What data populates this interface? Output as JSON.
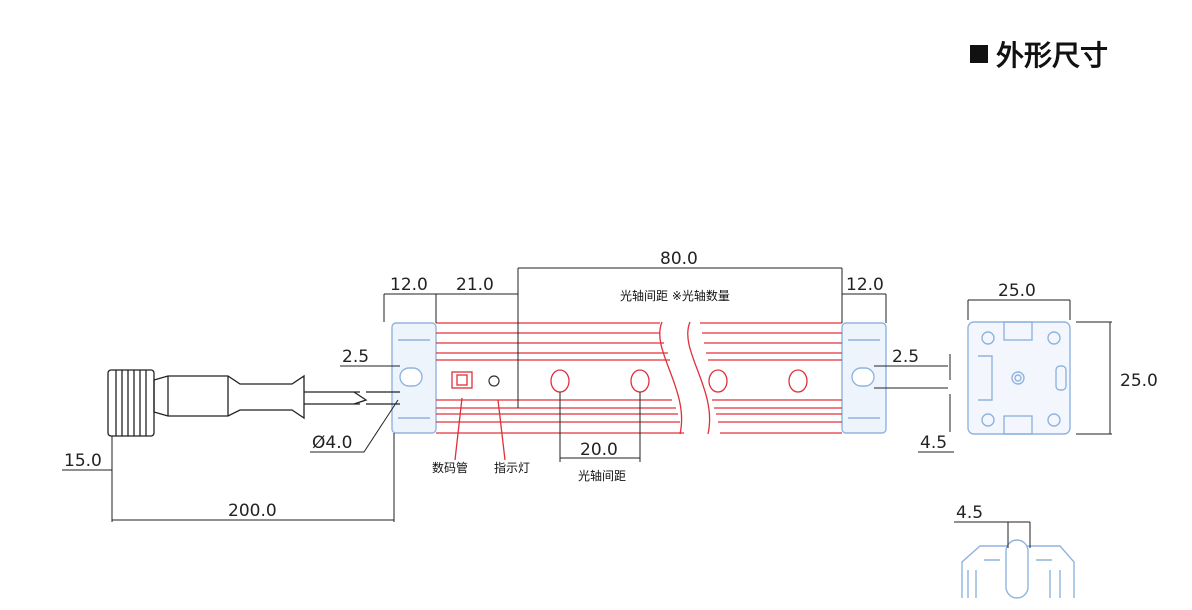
{
  "heading": "外形尺寸",
  "dims": {
    "overall": "80.0",
    "left_end": "12.0",
    "first_axis": "21.0",
    "right_end": "12.0",
    "left_offset": "2.5",
    "right_offset": "2.5",
    "axis_pitch": "20.0",
    "cable_dia": "Ø4.0",
    "connector_dia": "15.0",
    "cable_len": "200.0",
    "side_width": "25.0",
    "side_height": "25.0",
    "side_slot": "4.5",
    "bottom_slot": "4.5"
  },
  "notes": {
    "axis_note": "光轴间距 ※光轴数量",
    "display": "数码管",
    "indicator": "指示灯",
    "axis_pitch_label": "光轴间距"
  }
}
